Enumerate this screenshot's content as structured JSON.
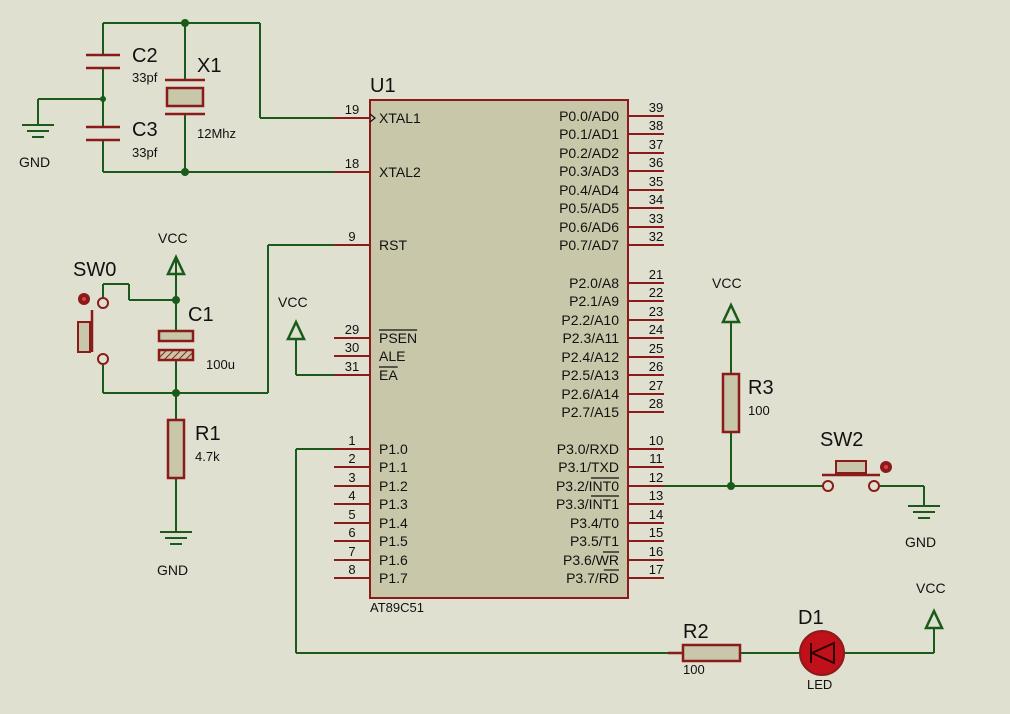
{
  "mcu": {
    "ref": "U1",
    "part": "AT89C51",
    "left_pins": [
      {
        "num": "19",
        "name": "XTAL1"
      },
      {
        "num": "18",
        "name": "XTAL2"
      },
      {
        "num": "9",
        "name": "RST"
      },
      {
        "num": "29",
        "name": "PSEN"
      },
      {
        "num": "30",
        "name": "ALE"
      },
      {
        "num": "31",
        "name": "EA"
      },
      {
        "num": "1",
        "name": "P1.0"
      },
      {
        "num": "2",
        "name": "P1.1"
      },
      {
        "num": "3",
        "name": "P1.2"
      },
      {
        "num": "4",
        "name": "P1.3"
      },
      {
        "num": "5",
        "name": "P1.4"
      },
      {
        "num": "6",
        "name": "P1.5"
      },
      {
        "num": "7",
        "name": "P1.6"
      },
      {
        "num": "8",
        "name": "P1.7"
      }
    ],
    "right_pins": [
      {
        "num": "39",
        "name": "P0.0/AD0"
      },
      {
        "num": "38",
        "name": "P0.1/AD1"
      },
      {
        "num": "37",
        "name": "P0.2/AD2"
      },
      {
        "num": "36",
        "name": "P0.3/AD3"
      },
      {
        "num": "35",
        "name": "P0.4/AD4"
      },
      {
        "num": "34",
        "name": "P0.5/AD5"
      },
      {
        "num": "33",
        "name": "P0.6/AD6"
      },
      {
        "num": "32",
        "name": "P0.7/AD7"
      },
      {
        "num": "21",
        "name": "P2.0/A8"
      },
      {
        "num": "22",
        "name": "P2.1/A9"
      },
      {
        "num": "23",
        "name": "P2.2/A10"
      },
      {
        "num": "24",
        "name": "P2.3/A11"
      },
      {
        "num": "25",
        "name": "P2.4/A12"
      },
      {
        "num": "26",
        "name": "P2.5/A13"
      },
      {
        "num": "27",
        "name": "P2.6/A14"
      },
      {
        "num": "28",
        "name": "P2.7/A15"
      },
      {
        "num": "10",
        "name": "P3.0/RXD"
      },
      {
        "num": "11",
        "name": "P3.1/TXD"
      },
      {
        "num": "12",
        "name": "P3.2/INT0"
      },
      {
        "num": "13",
        "name": "P3.3/INT1"
      },
      {
        "num": "14",
        "name": "P3.4/T0"
      },
      {
        "num": "15",
        "name": "P3.5/T1"
      },
      {
        "num": "16",
        "name": "P3.6/WR"
      },
      {
        "num": "17",
        "name": "P3.7/RD"
      }
    ]
  },
  "components": {
    "c2": {
      "ref": "C2",
      "value": "33pf"
    },
    "c3": {
      "ref": "C3",
      "value": "33pf"
    },
    "x1": {
      "ref": "X1",
      "value": "12Mhz"
    },
    "c1": {
      "ref": "C1",
      "value": "100u"
    },
    "r1": {
      "ref": "R1",
      "value": "4.7k"
    },
    "r2": {
      "ref": "R2",
      "value": "100"
    },
    "r3": {
      "ref": "R3",
      "value": "100"
    },
    "d1": {
      "ref": "D1",
      "value": "LED"
    },
    "sw0": {
      "ref": "SW0"
    },
    "sw2": {
      "ref": "SW2"
    }
  },
  "power": {
    "gnd_1": "GND",
    "gnd_2": "GND",
    "gnd_3": "GND",
    "vcc_1": "VCC",
    "vcc_2": "VCC",
    "vcc_3": "VCC",
    "vcc_4": "VCC"
  },
  "colors": {
    "background": "#dfe0d0",
    "chip_body": "#c8c7aa",
    "wire": "#1a5a1a",
    "component": "#8b1a1a",
    "led": "#c0101a"
  }
}
